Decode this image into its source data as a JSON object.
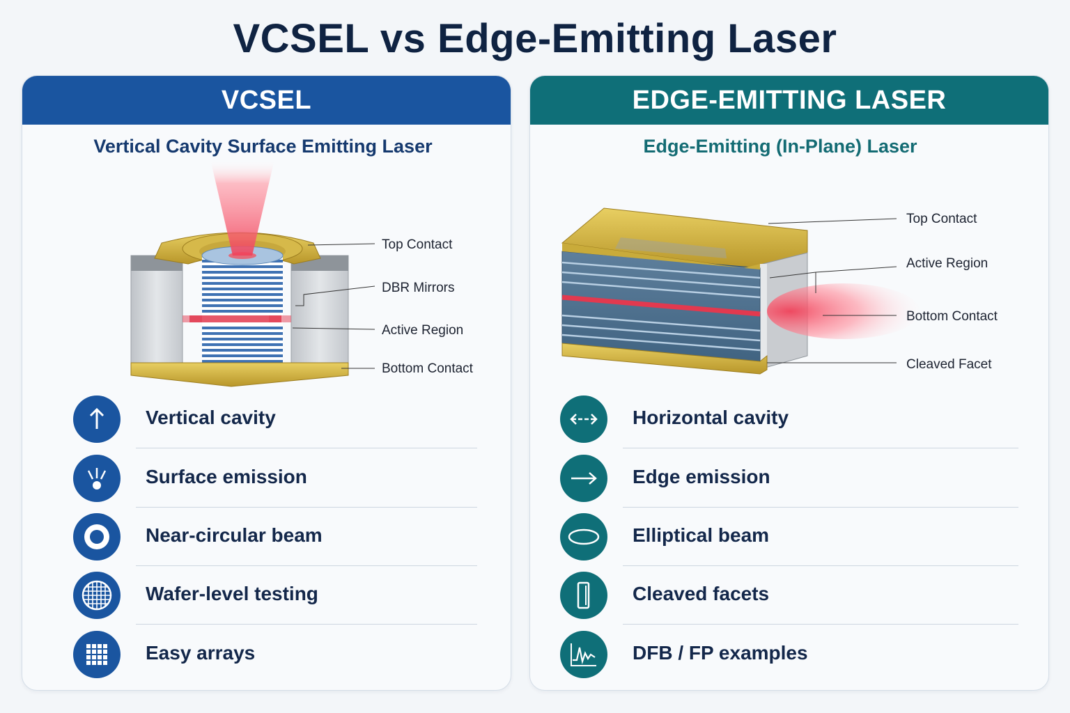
{
  "title": "VCSEL vs Edge-Emitting Laser",
  "colors": {
    "vcsel_accent": "#1a55a0",
    "edge_accent": "#0f6f78",
    "title": "#0f2342"
  },
  "left": {
    "header": "VCSEL",
    "subtitle": "Vertical Cavity Surface Emitting Laser",
    "callouts": [
      "Top Contact",
      "DBR Mirrors",
      "Active Region",
      "Bottom Contact"
    ],
    "features": [
      {
        "icon": "arrow-up-icon",
        "label": "Vertical cavity"
      },
      {
        "icon": "surface-emission-icon",
        "label": "Surface emission"
      },
      {
        "icon": "circular-beam-icon",
        "label": "Near-circular beam"
      },
      {
        "icon": "wafer-grid-icon",
        "label": "Wafer-level testing"
      },
      {
        "icon": "dot-array-icon",
        "label": "Easy arrays"
      }
    ]
  },
  "right": {
    "header": "EDGE-EMITTING LASER",
    "subtitle": "Edge-Emitting (In-Plane) Laser",
    "callouts": [
      "Top Contact",
      "Active Region",
      "Bottom Contact",
      "Cleaved Facet"
    ],
    "features": [
      {
        "icon": "double-arrow-icon",
        "label": "Horizontal cavity"
      },
      {
        "icon": "arrow-right-icon",
        "label": "Edge emission"
      },
      {
        "icon": "ellipse-beam-icon",
        "label": "Elliptical beam"
      },
      {
        "icon": "facet-icon",
        "label": "Cleaved facets"
      },
      {
        "icon": "spectrum-icon",
        "label": "DFB / FP examples"
      }
    ]
  }
}
